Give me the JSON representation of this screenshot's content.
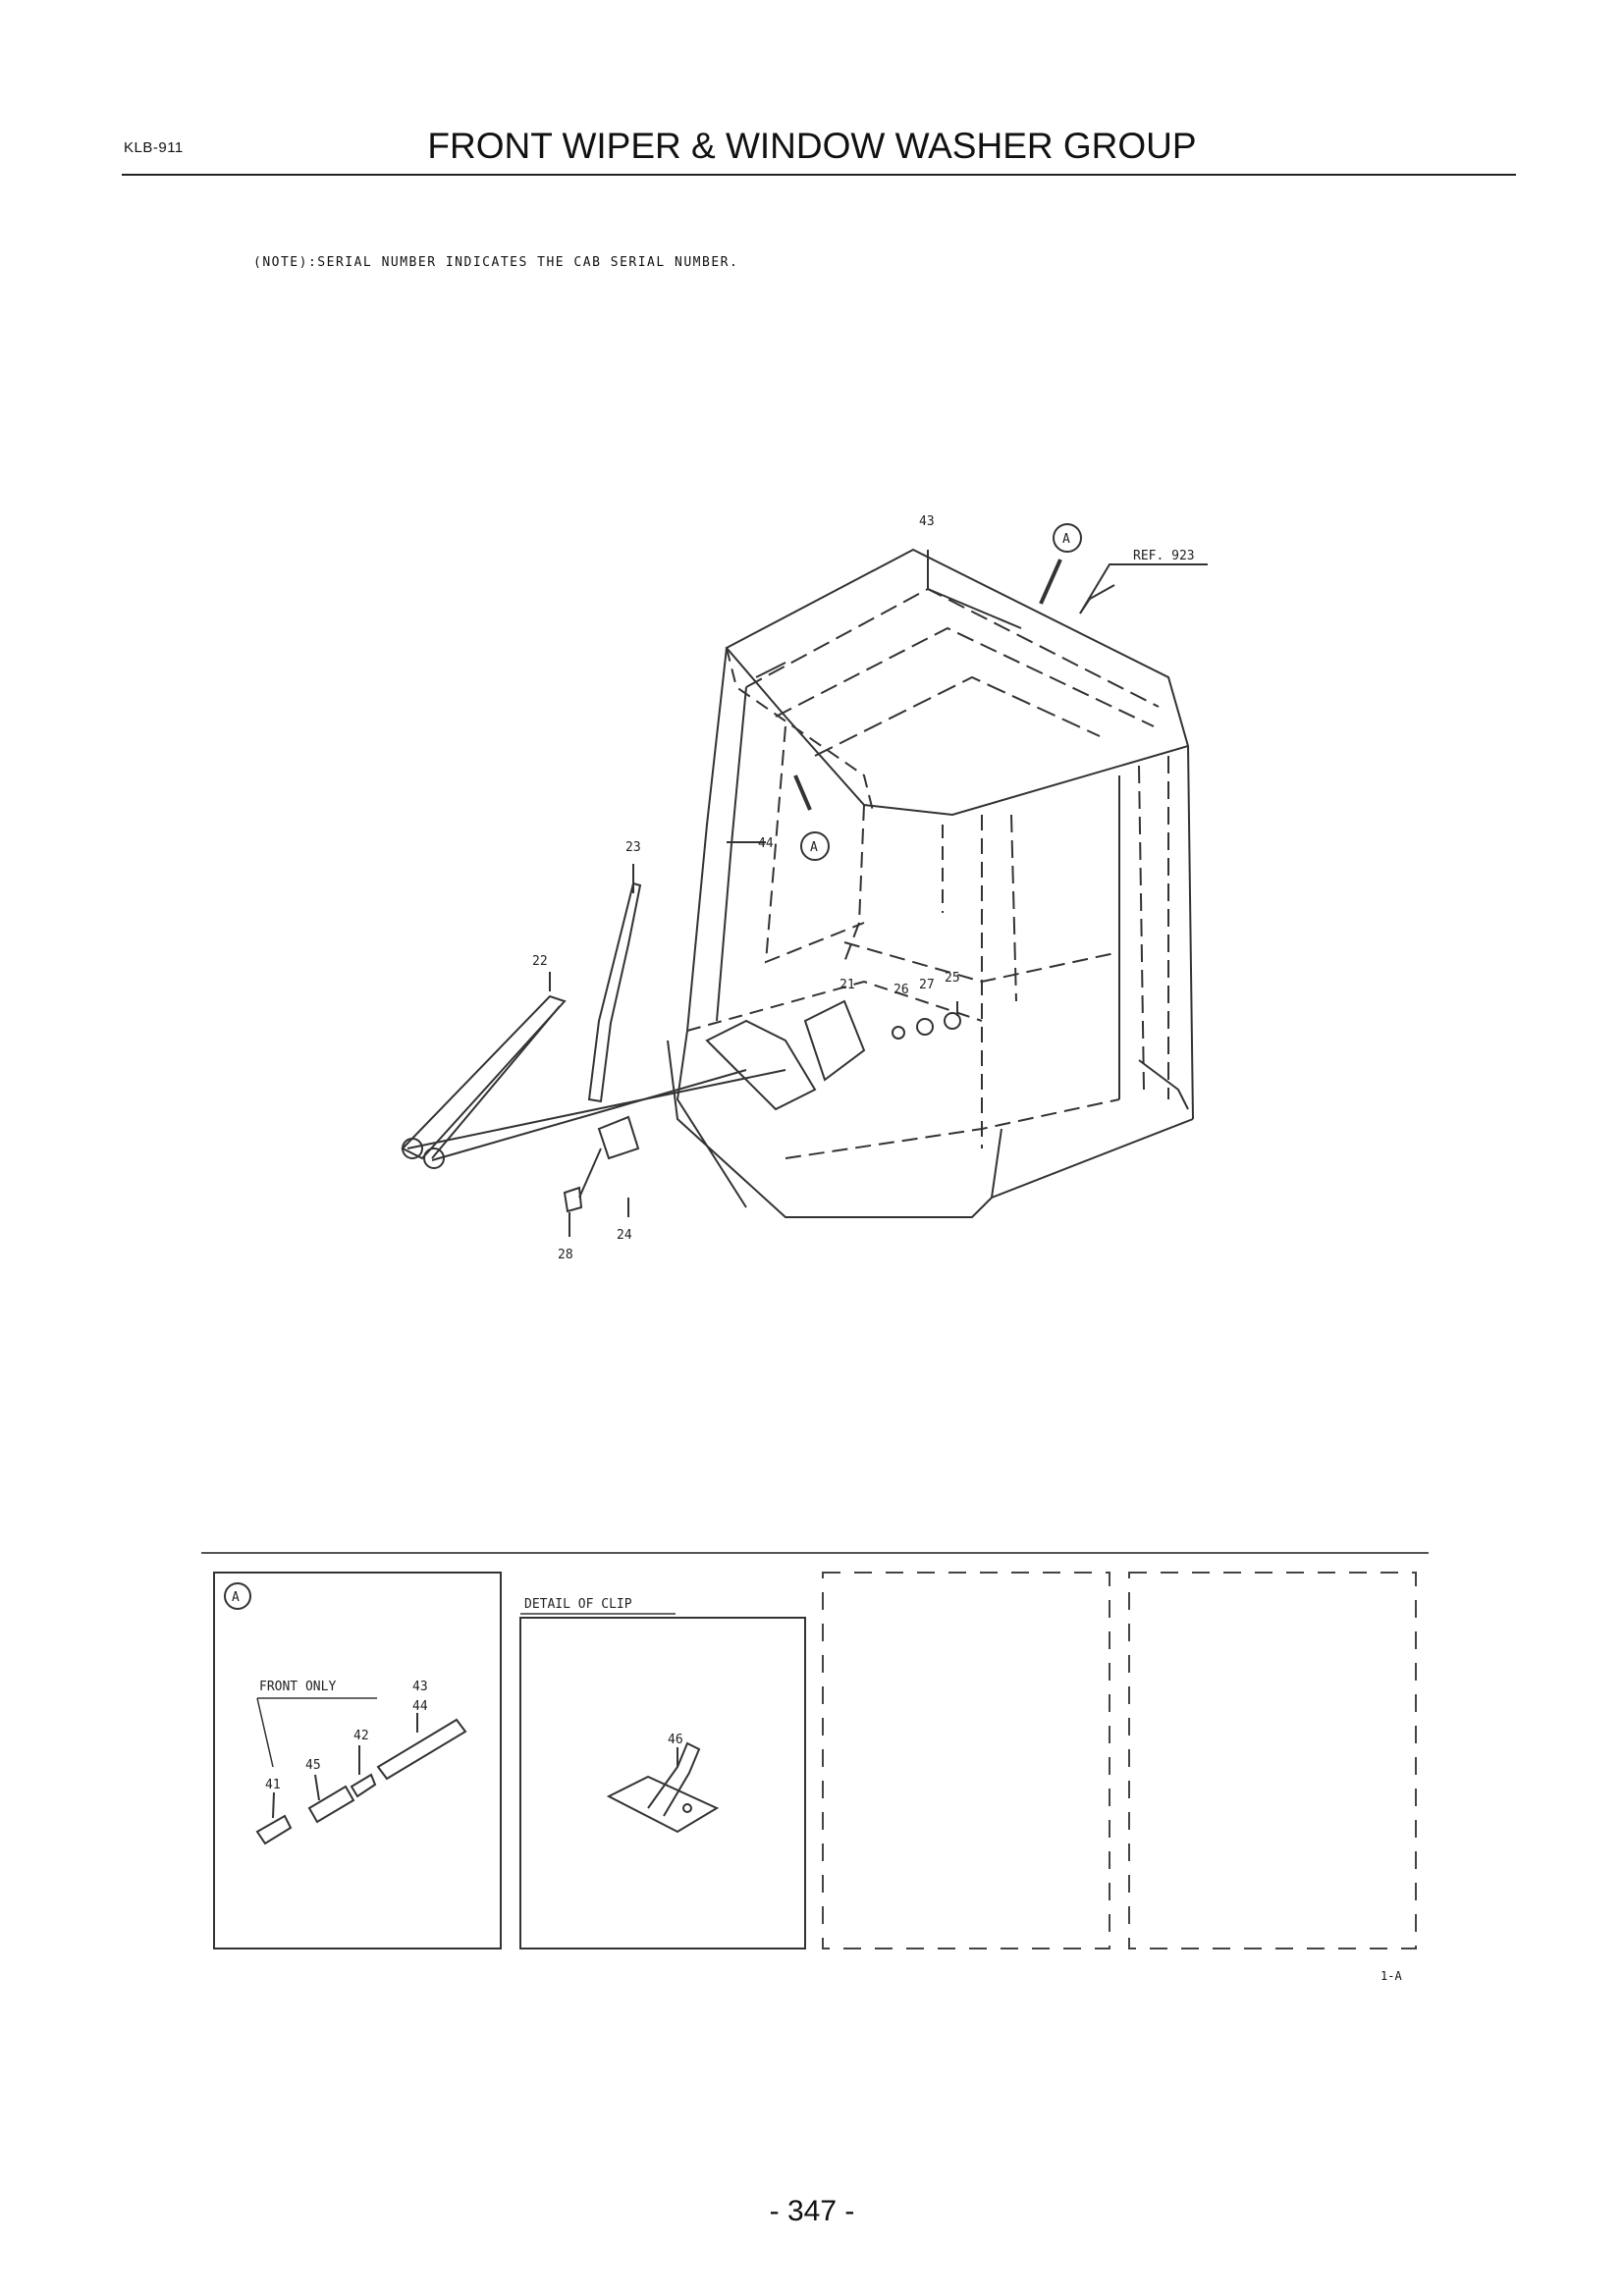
{
  "header": {
    "doc_code": "KLB-911",
    "title": "FRONT WIPER & WINDOW WASHER GROUP"
  },
  "note": "(NOTE):SERIAL NUMBER INDICATES THE CAB SERIAL NUMBER.",
  "main_diagram": {
    "ref_label": "REF. 923",
    "view_marker": "A",
    "callouts": [
      "43",
      "44",
      "23",
      "22",
      "21",
      "26",
      "27",
      "25",
      "24",
      "28"
    ]
  },
  "detail_a": {
    "marker": "A",
    "label": "FRONT ONLY",
    "callouts": [
      "43",
      "44",
      "42",
      "45",
      "41"
    ]
  },
  "detail_clip": {
    "title": "DETAIL OF CLIP",
    "callouts": [
      "46"
    ]
  },
  "sheet_code": "1-A",
  "page_number": "- 347 -"
}
